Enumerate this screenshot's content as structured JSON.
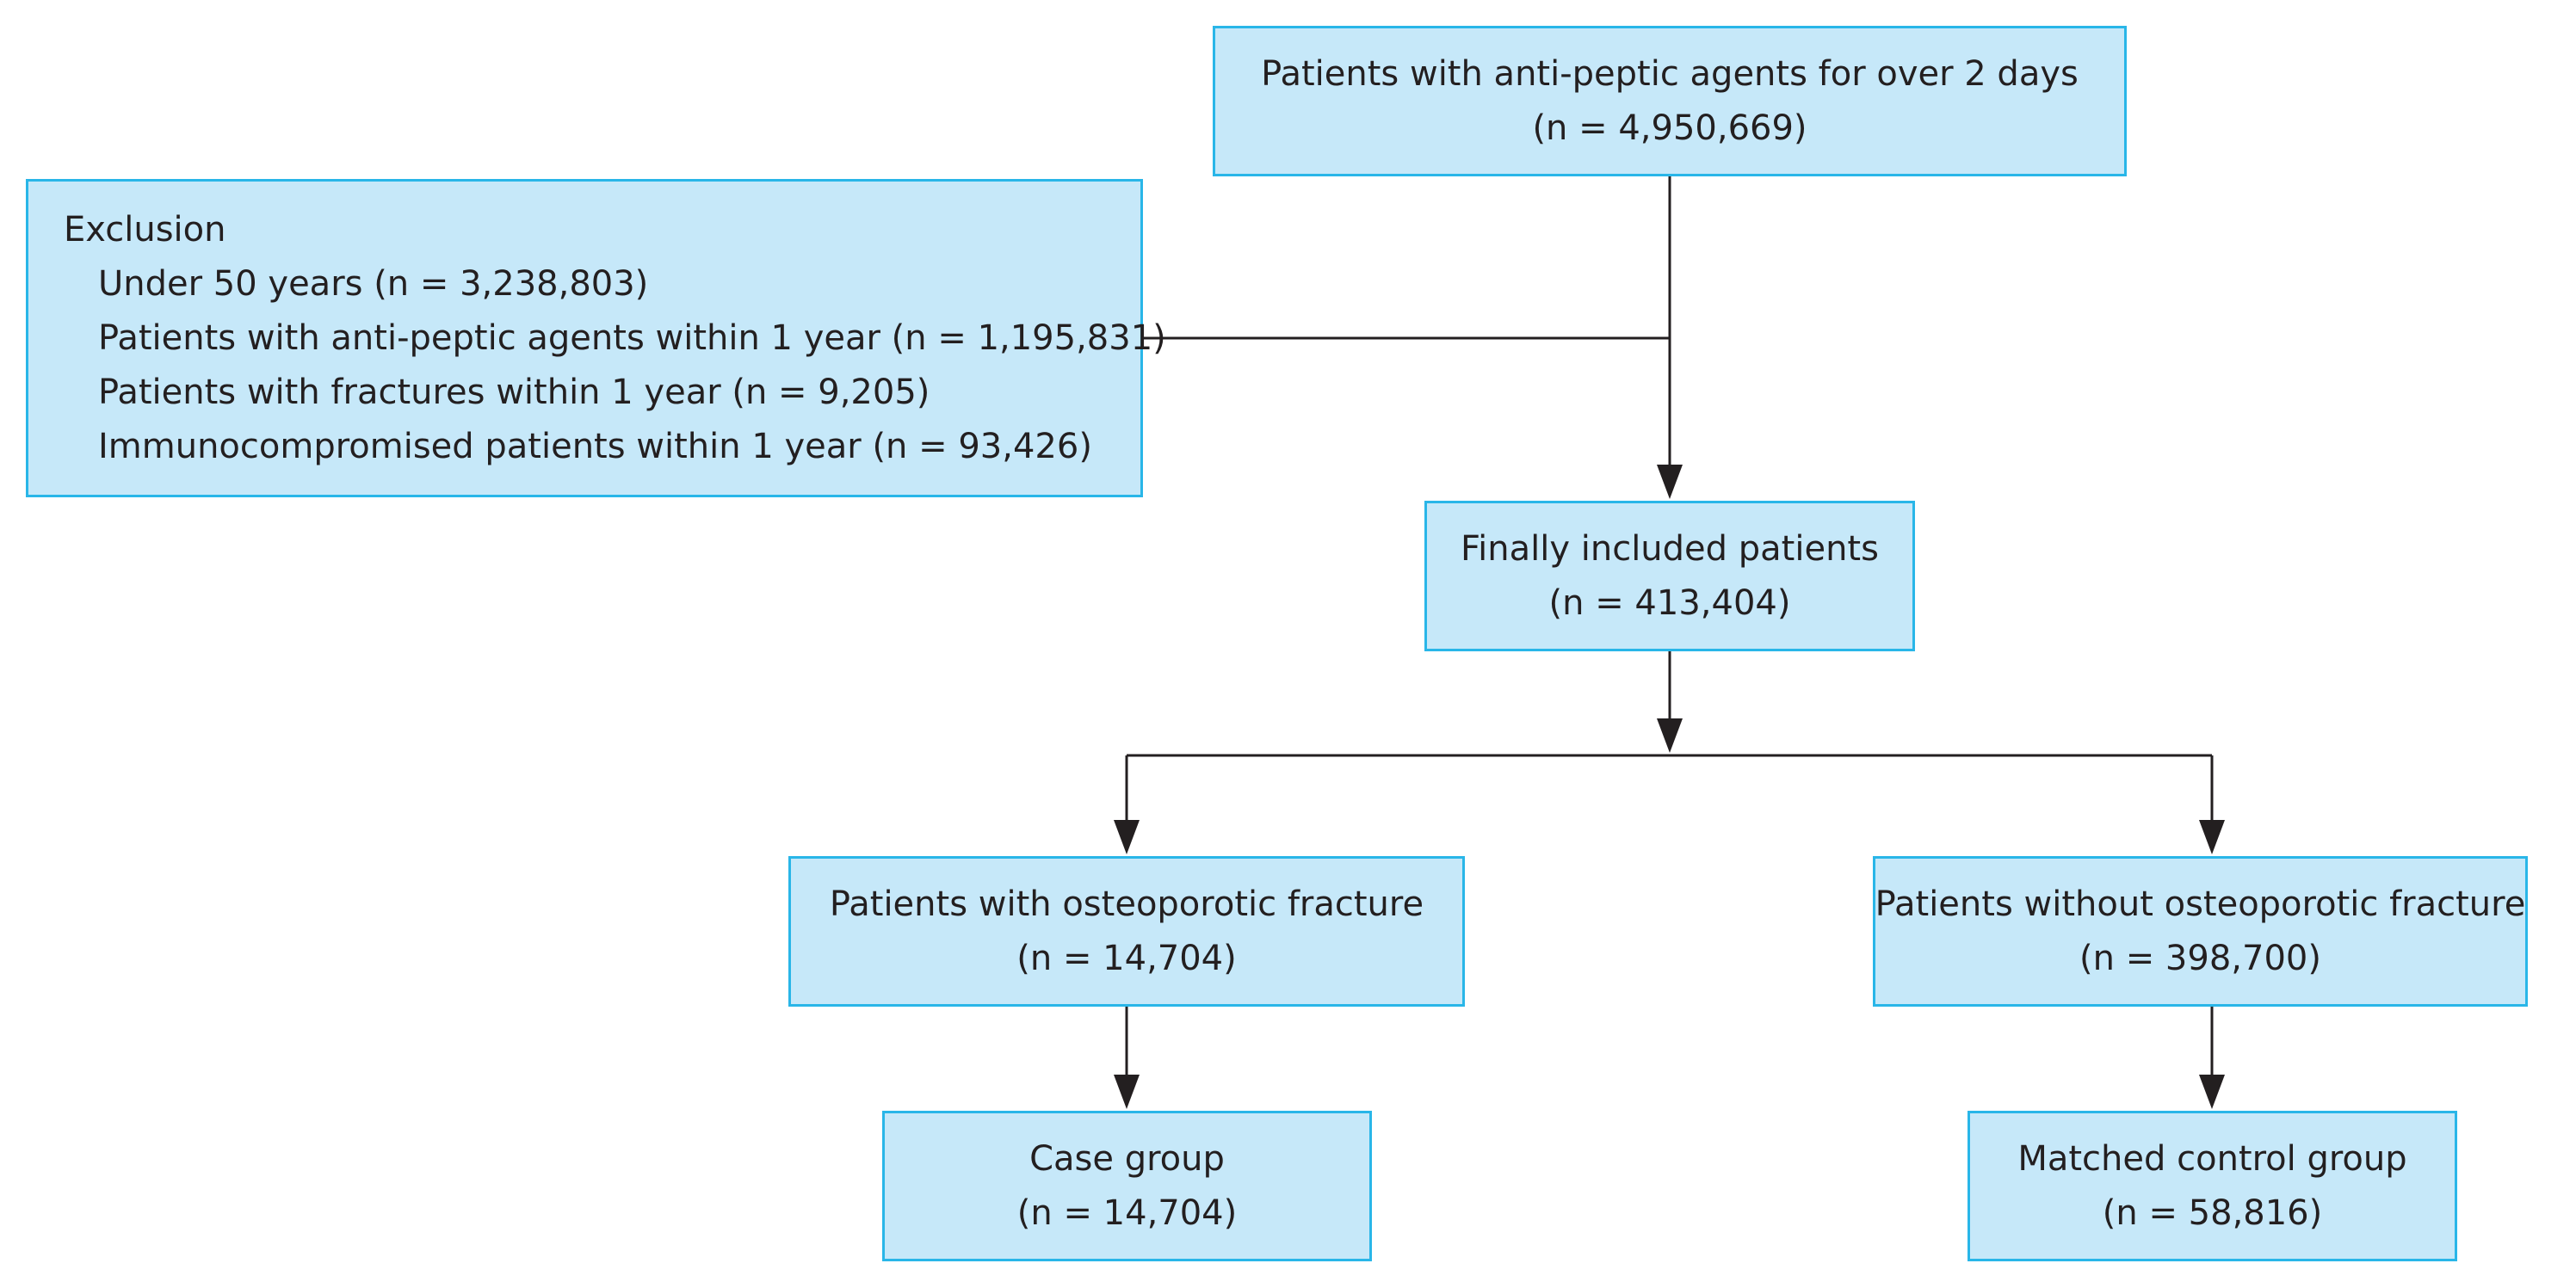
{
  "boxes": {
    "start": {
      "line1": "Patients with anti-peptic agents for over 2 days",
      "line2": "(n = 4,950,669)"
    },
    "exclusion": {
      "heading": "Exclusion",
      "items": [
        "Under 50 years (n = 3,238,803)",
        "Patients with anti-peptic agents within 1 year (n = 1,195,831)",
        "Patients with fractures within 1 year (n = 9,205)",
        "Immunocompromised patients within 1 year (n = 93,426)"
      ]
    },
    "included": {
      "line1": "Finally included patients",
      "line2": "(n = 413,404)"
    },
    "with_fracture": {
      "line1": "Patients with osteoporotic fracture",
      "line2": "(n = 14,704)"
    },
    "without_fracture": {
      "line1": "Patients without osteoporotic fracture",
      "line2": "(n = 398,700)"
    },
    "case": {
      "line1": "Case group",
      "line2": "(n = 14,704)"
    },
    "control": {
      "line1": "Matched control group",
      "line2": "(n = 58,816)"
    }
  },
  "colors": {
    "box_fill": "#c6e8f9",
    "box_border": "#29b6e8",
    "line": "#231f20",
    "text": "#231f20"
  }
}
